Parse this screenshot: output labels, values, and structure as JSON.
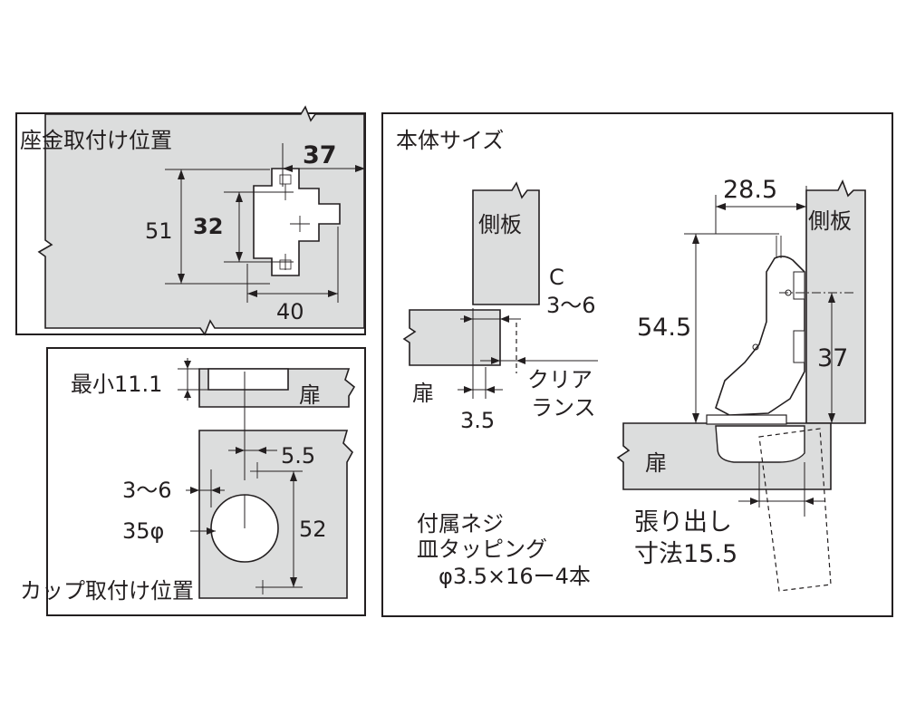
{
  "panels": {
    "base_plate": {
      "title": "座金取付け位置",
      "dims": {
        "width": "37",
        "outer_height": "51",
        "inner_height": "32",
        "bottom_width": "40"
      }
    },
    "cup": {
      "title": "カップ取付け位置",
      "min_label": "最小11.1",
      "door": "扉",
      "dims": {
        "offset": "5.5",
        "distance": "3～6",
        "diameter": "35φ",
        "height": "52"
      }
    },
    "body": {
      "title": "本体サイズ",
      "left": {
        "side_panel": "側板",
        "c_label": "C",
        "c_range": "3～6",
        "clearance_1": "クリア",
        "clearance_2": "ランス",
        "door": "扉",
        "thickness": "3.5"
      },
      "right": {
        "top_width": "28.5",
        "side_panel": "側板",
        "height": "54.5",
        "pitch": "37",
        "door": "扉",
        "overlay_1": "張り出し",
        "overlay_2": "寸法15.5"
      },
      "screws": {
        "line1": "付属ネジ",
        "line2": "皿タッピング",
        "line3": "φ3.5×16ー4本"
      }
    }
  }
}
